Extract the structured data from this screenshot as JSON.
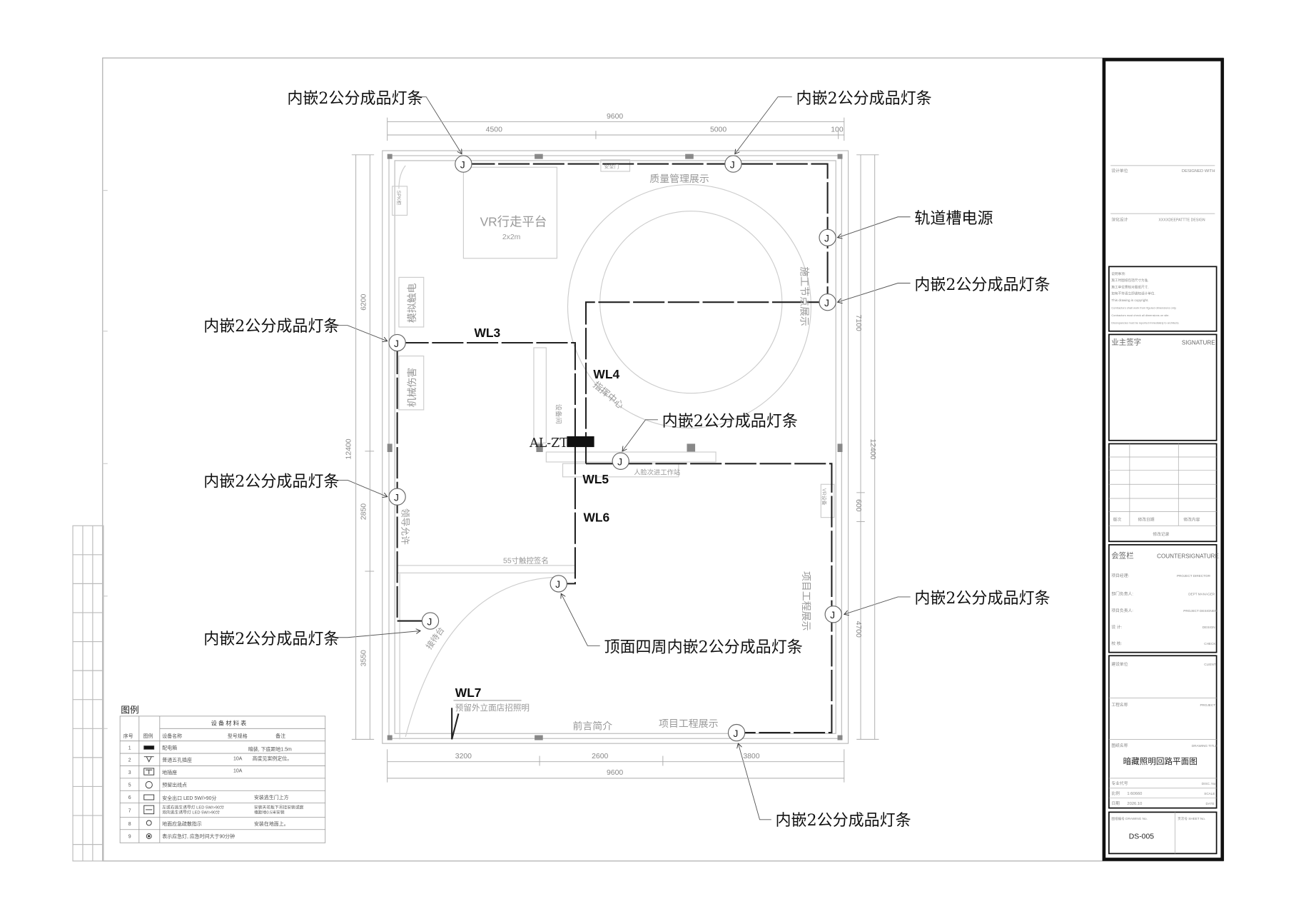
{
  "drawing": {
    "title": "暗藏照明回路平面图",
    "drawing_no": "DS-005",
    "scale": "1:60660",
    "date": "2026.10"
  },
  "callouts": {
    "strip": "内嵌2公分成品灯条",
    "track_power": "轨道槽电源",
    "ceiling_perimeter": "顶面四周内嵌2公分成品灯条"
  },
  "circuits": {
    "wl3": "WL3",
    "wl4": "WL4",
    "wl5": "WL5",
    "wl6": "WL6",
    "wl7": "WL7",
    "panel": "AL-ZT",
    "wl7_note": "预留外立面店招照明"
  },
  "rooms": {
    "vr": "VR行走平台",
    "vr_size": "2x2m",
    "quality": "质量管理展示",
    "construction": "施工节点展示",
    "sim": "模拟触电",
    "machine": "机械伤害",
    "command": "指挥中心",
    "equipment": "设备间",
    "workstation": "人脸次进工作站",
    "guide": "领导允许",
    "sign55": "55寸触控签名",
    "reception": "接待台",
    "preface": "前言简介",
    "project1": "项目工程展示",
    "project2": "项目工程展示",
    "vr_equip": "VR设备",
    "spk": "SPK柜",
    "door": "安全门"
  },
  "dims": {
    "top_total": "9600",
    "top_a": "4500",
    "top_b": "5000",
    "top_c": "100",
    "bot_a": "3200",
    "bot_b": "2600",
    "bot_c": "3800",
    "bot_total": "9600",
    "left_total": "12400",
    "left_a": "6200",
    "left_b": "2850",
    "left_c": "3550",
    "right_total": "12400",
    "right_a": "7100",
    "right_b": "600",
    "right_c": "4700"
  },
  "junction_label": "J",
  "legend": {
    "title": "图例",
    "table_title": "设 备 材 料 表",
    "headers": [
      "序号",
      "图例",
      "设备名称",
      "型号规格",
      "备注"
    ],
    "rows": [
      {
        "no": "1",
        "name": "配电箱",
        "spec": "",
        "note": "暗装, 下底距地1.5m"
      },
      {
        "no": "2",
        "name": "普通五孔插座",
        "spec": "10A",
        "note": "高度见案例定位。"
      },
      {
        "no": "3",
        "name": "地插座",
        "spec": "10A",
        "note": ""
      },
      {
        "no": "5",
        "name": "预留出线点",
        "spec": "",
        "note": ""
      },
      {
        "no": "6",
        "name": "安全出口 LED 5W/>90分",
        "spec": "",
        "note": "安装逃生门上方"
      },
      {
        "no": "7",
        "name": "左或右逃生诱导灯 LED 5W/>90分 双向逃生诱导灯 LED 5W/>90分",
        "spec": "",
        "note": "安装天花板下吊挂安装或嵌墙距地0.5米安装"
      },
      {
        "no": "8",
        "name": "地面应急疏散指示",
        "spec": "",
        "note": "安装在地面上。"
      },
      {
        "no": "9",
        "name": "表示应急灯, 应急时间大于90分钟",
        "spec": "",
        "note": ""
      }
    ]
  },
  "title_block": {
    "design_unit": "设计单位",
    "design_unit_en": "DESIGNED WITH",
    "deep_design": "深化设计",
    "deep_design_en": "XXXXDEEPATTTE DESIGN",
    "notes_title": "说明事项:",
    "notes": [
      "施工时图纸包括尺寸为准,",
      "施工单位需核对图纸尺寸,",
      "如有不符请立即通知设计单位.",
      "This drawing is copyright.",
      "Contractors shall work from figured dimensions only.",
      "Contractors must check all dimensions on site.",
      "Discrepancies must be reported immediately to architects."
    ],
    "owner_sign": "业主签字",
    "owner_sign_en": "SIGNATURE",
    "rev_no": "版次",
    "rev_date": "修改日期",
    "rev_content": "修改内容",
    "rev_record": "修改记录",
    "countersign": "会签栏",
    "countersign_en": "COUNTERSIGNATURE",
    "cs_rows": [
      [
        "项目经理:",
        "PROJECT DIRECTOR"
      ],
      [
        "部门负责人:",
        "DEPT MANAGER"
      ],
      [
        "项目负责人:",
        "PROJECT DESIGNER"
      ],
      [
        "设    计:",
        "DESIGN"
      ],
      [
        "校    核:",
        "CHECK"
      ]
    ],
    "client": "建设单位",
    "client_en": "CLIENT",
    "project": "工程名称",
    "project_en": "PROJECT",
    "drawing_name": "图纸名称",
    "drawing_name_en": "DRAWING TITLE",
    "prof": "专业代号",
    "prof_en": "DISC. No.",
    "scale_label": "比例",
    "scale_en": "SCALE",
    "date_label": "日期",
    "date_en": "DATE",
    "dwg_no_label": "图纸编号 DRAWING No.",
    "sheet_label": "页次号 SHEET No."
  }
}
